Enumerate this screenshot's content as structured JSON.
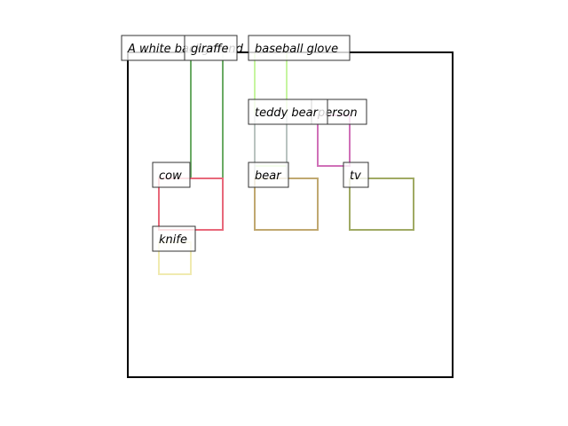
{
  "diagram": {
    "frame": {
      "stroke": "#000000"
    },
    "boxes": [
      {
        "id": "box-caption",
        "label": "A white background",
        "color": "#bbbbbb"
      },
      {
        "id": "box-giraffe",
        "label": "giraffe",
        "color": "#6aaa64"
      },
      {
        "id": "box-baseball-glove",
        "label": "baseball glove",
        "color": "#c6f5a0"
      },
      {
        "id": "box-teddy-bear",
        "label": "teddy bear",
        "color": "#b9c3c0"
      },
      {
        "id": "box-person",
        "label": "person",
        "color": "#d070b8"
      },
      {
        "id": "box-cow",
        "label": "cow",
        "color": "#e8687a"
      },
      {
        "id": "box-bear",
        "label": "bear",
        "color": "#c0a870"
      },
      {
        "id": "box-tv",
        "label": "tv",
        "color": "#a0aa64"
      },
      {
        "id": "box-knife",
        "label": "knife",
        "color": "#f0eab0"
      }
    ]
  }
}
